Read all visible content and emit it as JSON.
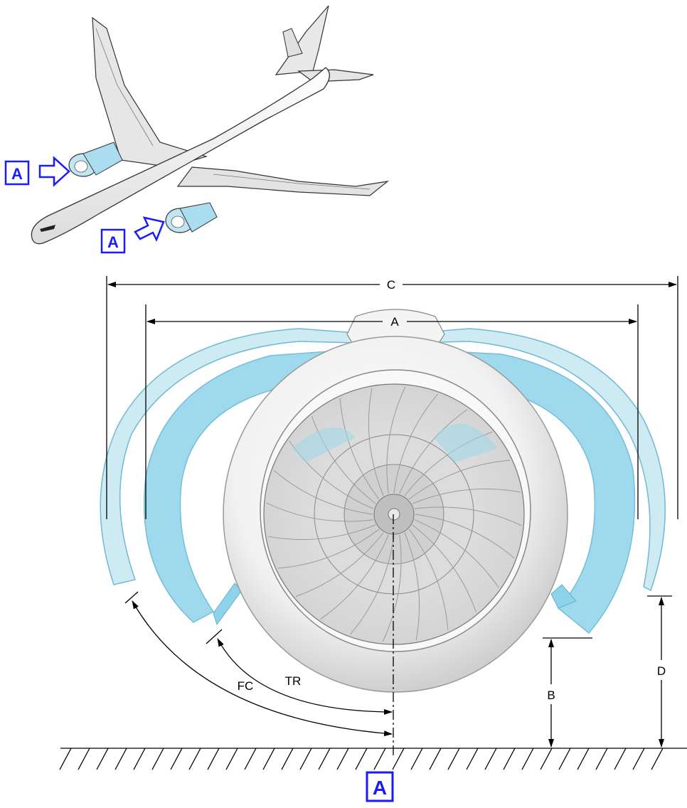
{
  "colors": {
    "view_marker": "#1a1aff",
    "cowl_fill": "#8fd3ea",
    "cowl_stroke": "#5fb3cf",
    "fan_cowl_fill": "#c9e8f2",
    "dimension_line": "#000000"
  },
  "icons": [
    "aircraft-illustration",
    "view-arrow-icon",
    "engine-front-view",
    "ground-hatch"
  ],
  "view_markers": {
    "upper_left": "A",
    "lower": "A",
    "bottom": "A"
  },
  "dimensions": {
    "c": "C",
    "a": "A",
    "b": "B",
    "d": "D",
    "fc": "FC",
    "tr": "TR"
  }
}
